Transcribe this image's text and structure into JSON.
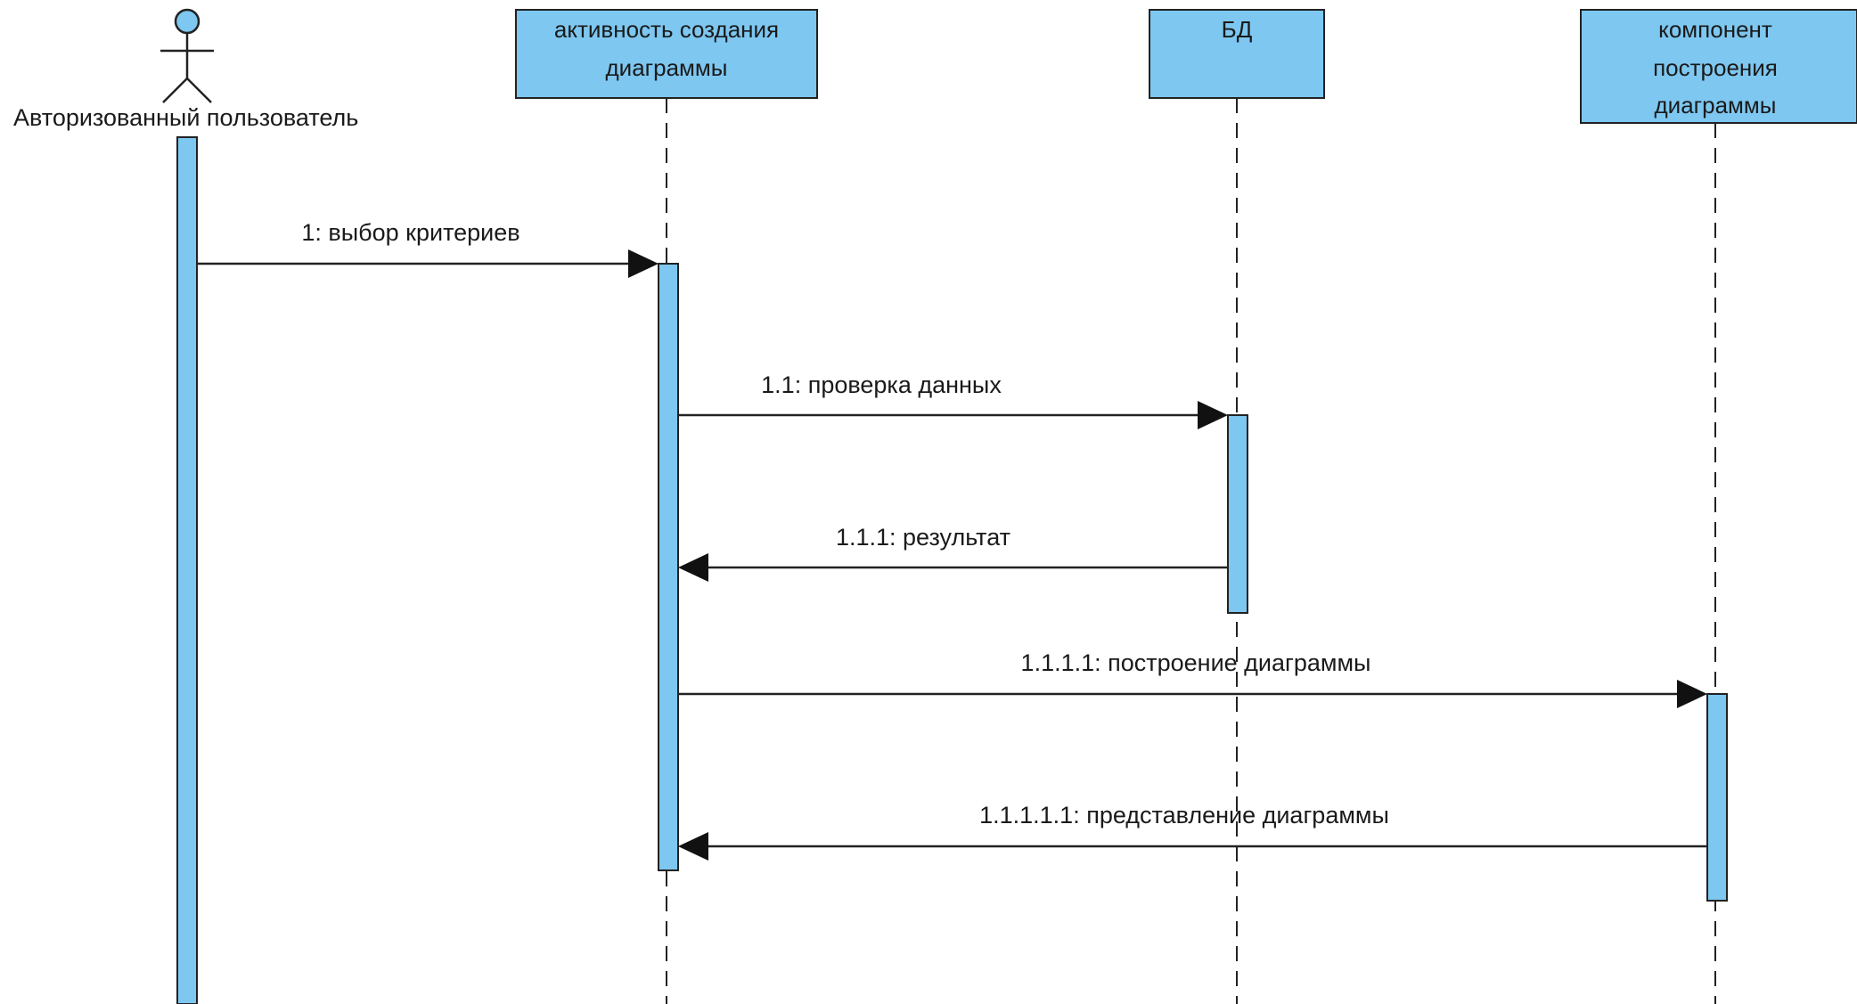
{
  "actor": {
    "label": "Авторизованный пользователь"
  },
  "lifelines": [
    {
      "id": "activity",
      "lines": [
        "активность создания",
        "диаграммы"
      ]
    },
    {
      "id": "db",
      "lines": [
        "БД"
      ]
    },
    {
      "id": "builder",
      "lines": [
        "компонент",
        "построения",
        "диаграммы"
      ]
    }
  ],
  "messages": [
    {
      "label": "1: выбор критериев",
      "from": "actor",
      "to": "activity",
      "kind": "call"
    },
    {
      "label": "1.1: проверка данных",
      "from": "activity",
      "to": "db",
      "kind": "call"
    },
    {
      "label": "1.1.1: результат",
      "from": "db",
      "to": "activity",
      "kind": "return"
    },
    {
      "label": "1.1.1.1: построение диаграммы",
      "from": "activity",
      "to": "builder",
      "kind": "call"
    },
    {
      "label": "1.1.1.1.1: представление диаграммы",
      "from": "builder",
      "to": "activity",
      "kind": "return"
    }
  ],
  "colors": {
    "fill": "#7dc7f0",
    "stroke": "#222222",
    "text": "#1a1a1a",
    "background": "#ffffff"
  }
}
